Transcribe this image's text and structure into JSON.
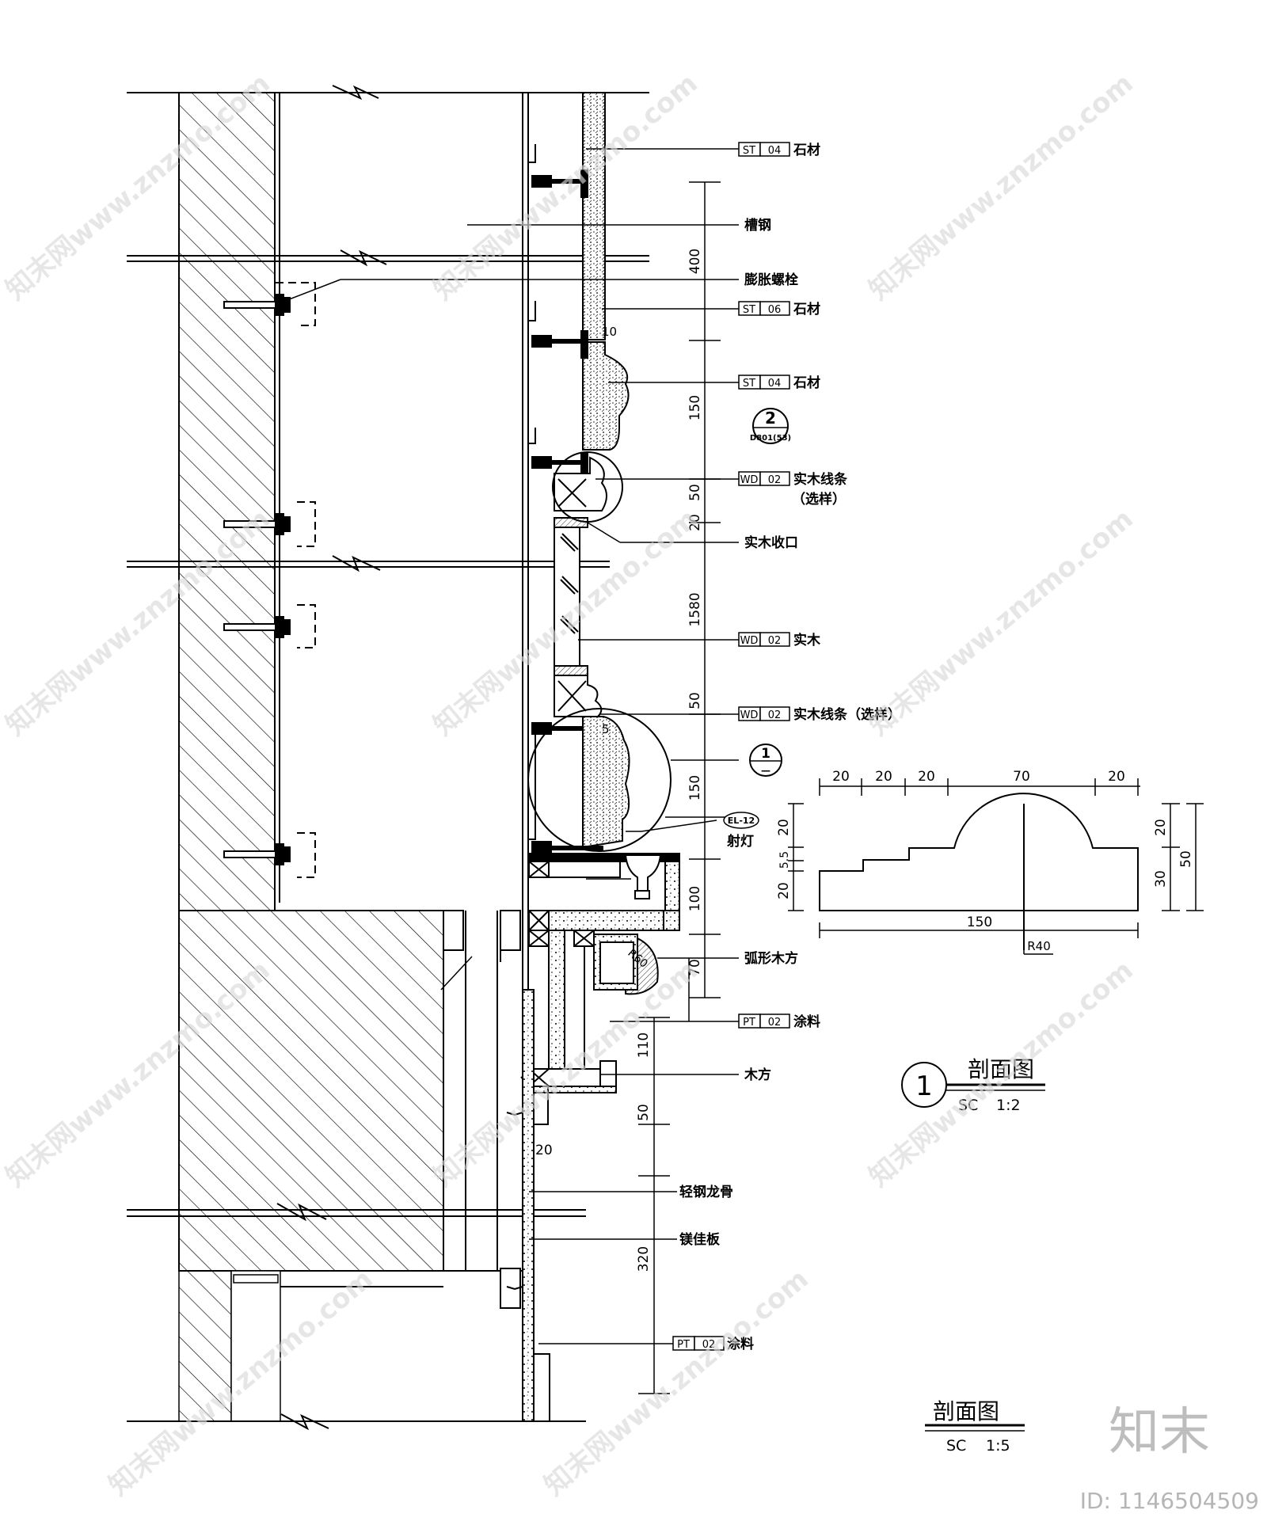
{
  "watermarks": {
    "text": "知末网www.znzmo.com",
    "logo": "知末",
    "id": "ID: 1146504509"
  },
  "callouts": [
    {
      "code": "ST",
      "num": "04",
      "text": "石材"
    },
    {
      "code": "",
      "num": "",
      "text": "槽钢"
    },
    {
      "code": "",
      "num": "",
      "text": "膨胀螺栓"
    },
    {
      "code": "ST",
      "num": "06",
      "text": "石材"
    },
    {
      "code": "ST",
      "num": "04",
      "text": "石材"
    },
    {
      "code": "WD",
      "num": "02",
      "text": "实木线条",
      "text2": "（选样）"
    },
    {
      "code": "",
      "num": "",
      "text": "实木收口"
    },
    {
      "code": "WD",
      "num": "02",
      "text": "实木"
    },
    {
      "code": "WD",
      "num": "02",
      "text": "实木线条（选样）"
    },
    {
      "code": "",
      "num": "",
      "text": "射灯"
    },
    {
      "code": "",
      "num": "",
      "text": "弧形木方"
    },
    {
      "code": "PT",
      "num": "02",
      "text": "涂料"
    },
    {
      "code": "",
      "num": "",
      "text": "木方"
    },
    {
      "code": "",
      "num": "",
      "text": "轻钢龙骨"
    },
    {
      "code": "",
      "num": "",
      "text": "镁佳板"
    },
    {
      "code": "PT",
      "num": "02",
      "text": "涂料"
    }
  ],
  "detail_refs": {
    "ref2_top": "2",
    "ref2_bottom": "D801(53)",
    "ref1_top": "1",
    "ref1_bottom": "—",
    "light_tag": "EL-12"
  },
  "main_dims": [
    "400",
    "10",
    "150",
    "50",
    "20",
    "1580",
    "50",
    "5",
    "150",
    "100",
    "70",
    "R60",
    "110",
    "50",
    "20",
    "320"
  ],
  "section_detail": {
    "top_dims": [
      "20",
      "20",
      "20",
      "70",
      "20"
    ],
    "left_dims": [
      "20",
      "5.5",
      "20"
    ],
    "right_dims": [
      "20",
      "30",
      "50"
    ],
    "bottom_dim": "150",
    "radius_label": "R40",
    "title": "剖面图",
    "number": "1",
    "scale_code": "SC",
    "scale": "1:2"
  },
  "main_title": {
    "title": "剖面图",
    "scale_code": "SC",
    "scale": "1:5"
  }
}
